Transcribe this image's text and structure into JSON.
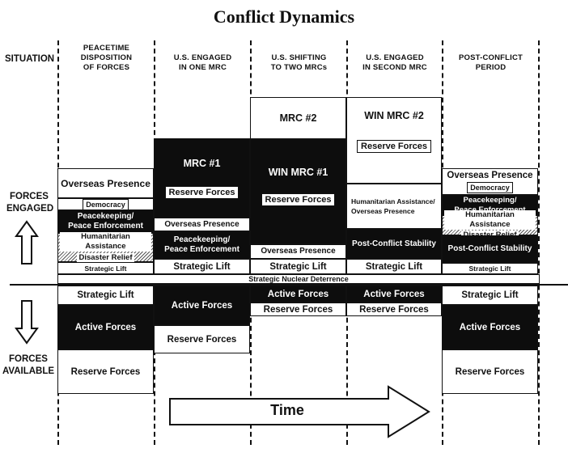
{
  "title": "Conflict Dynamics",
  "labels": {
    "situation": "SITUATION",
    "forces_engaged_1": "FORCES",
    "forces_engaged_2": "ENGAGED",
    "forces_available_1": "FORCES",
    "forces_available_2": "AVAILABLE",
    "strategic_nuclear_deterrence": "Strategic Nuclear Deterrence",
    "time": "Time"
  },
  "columns": [
    {
      "line1": "PEACETIME",
      "line2": "DISPOSITION",
      "line3": "OF FORCES"
    },
    {
      "line1": "U.S. ENGAGED",
      "line2": "IN ONE MRC"
    },
    {
      "line1": "U.S. SHIFTING",
      "line2": "TO TWO MRCs"
    },
    {
      "line1": "U.S. ENGAGED",
      "line2": "IN SECOND MRC"
    },
    {
      "line1": "POST-CONFLICT",
      "line2": "PERIOD"
    }
  ],
  "col1": {
    "overseas_presence": "Overseas Presence",
    "democracy": "Democracy",
    "peacekeeping_1": "Peacekeeping/",
    "peacekeeping_2": "Peace Enforcement",
    "humanitarian_1": "Humanitarian Assistance",
    "humanitarian_2": "Disaster Relief",
    "strategic_lift_small": "Strategic Lift",
    "strategic_lift": "Strategic Lift",
    "active_forces": "Active Forces",
    "reserve_forces": "Reserve Forces"
  },
  "col2": {
    "mrc1": "MRC #1",
    "reserve_forces_engaged": "Reserve Forces",
    "overseas_presence": "Overseas Presence",
    "peacekeeping_1": "Peacekeeping/",
    "peacekeeping_2": "Peace Enforcement",
    "strategic_lift": "Strategic Lift",
    "active_forces": "Active Forces",
    "reserve_forces": "Reserve Forces"
  },
  "col3": {
    "mrc2": "MRC #2",
    "win_mrc1": "WIN MRC #1",
    "reserve_forces_engaged": "Reserve Forces",
    "overseas_presence": "Overseas Presence",
    "strategic_lift": "Strategic Lift",
    "active_forces": "Active Forces",
    "reserve_forces": "Reserve Forces"
  },
  "col4": {
    "win_mrc2": "WIN MRC #2",
    "reserve_forces_engaged": "Reserve Forces",
    "humanitarian_1": "Humanitarian Assistance/",
    "humanitarian_2": "Overseas Presence",
    "post_conflict": "Post-Conflict Stability",
    "strategic_lift": "Strategic Lift",
    "active_forces": "Active Forces",
    "reserve_forces": "Reserve Forces"
  },
  "col5": {
    "overseas_presence": "Overseas Presence",
    "democracy": "Democracy",
    "peacekeeping_1": "Peacekeeping/",
    "peacekeeping_2": "Peace Enforcement",
    "humanitarian_1": "Humanitarian Assistance",
    "humanitarian_2": "Disaster Relief",
    "post_conflict": "Post-Conflict Stability",
    "strategic_lift_small": "Strategic Lift",
    "strategic_lift": "Strategic Lift",
    "active_forces": "Active Forces",
    "reserve_forces": "Reserve Forces"
  }
}
